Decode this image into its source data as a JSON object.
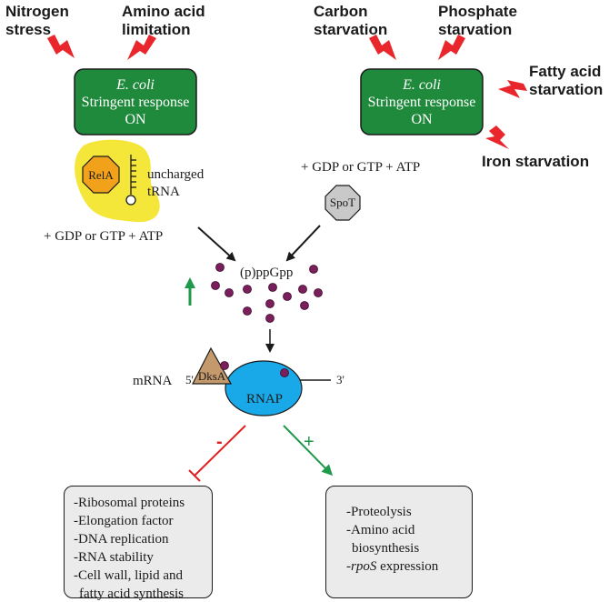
{
  "stressors_left": [
    "Nitrogen stress",
    "Amino acid limitation"
  ],
  "stressors_right": [
    "Carbon starvation",
    "Phosphate starvation",
    "Fatty acid starvation",
    "Iron starvation"
  ],
  "box_left": {
    "organism": "E. coli",
    "line2": "Stringent response",
    "line3": "ON"
  },
  "box_right": {
    "organism": "E. coli",
    "line2": "Stringent response",
    "line3": "ON"
  },
  "rela_label": "RelA",
  "trna_label": [
    "uncharged",
    "tRNA"
  ],
  "substrate_left": "+ GDP or GTP + ATP",
  "substrate_right": "+ GDP or GTP + ATP",
  "spot_label": "SpoT",
  "alarmone_label": "(p)ppGpp",
  "dksa_label": "DksA",
  "rnap_label": "RNAP",
  "mrna_label": "mRNA",
  "five_prime": "5'",
  "three_prime": "3'",
  "minus_sign": "-",
  "plus_sign": "+",
  "repressed_list": [
    "-Ribosomal proteins",
    "-Elongation factor",
    "-DNA replication",
    "-RNA stability",
    "-Cell wall, lipid and",
    "fatty acid synthesis"
  ],
  "induced_list": [
    "-Proteolysis",
    "-Amino acid",
    "biosynthesis",
    "rpoS",
    " expression"
  ],
  "colors": {
    "box_green": "#1f8a3c",
    "yellow": "#f5e63a",
    "rela_orange": "#f2a21a",
    "spot_grey": "#c9c9c9",
    "ppgpp_purple": "#7a1f5c",
    "rnap_blue": "#19a9e8",
    "dksa_brown": "#c49a6c",
    "lightning_red": "#e8262b",
    "inhibit_red": "#e02020",
    "activate_green": "#1f9a4a"
  }
}
